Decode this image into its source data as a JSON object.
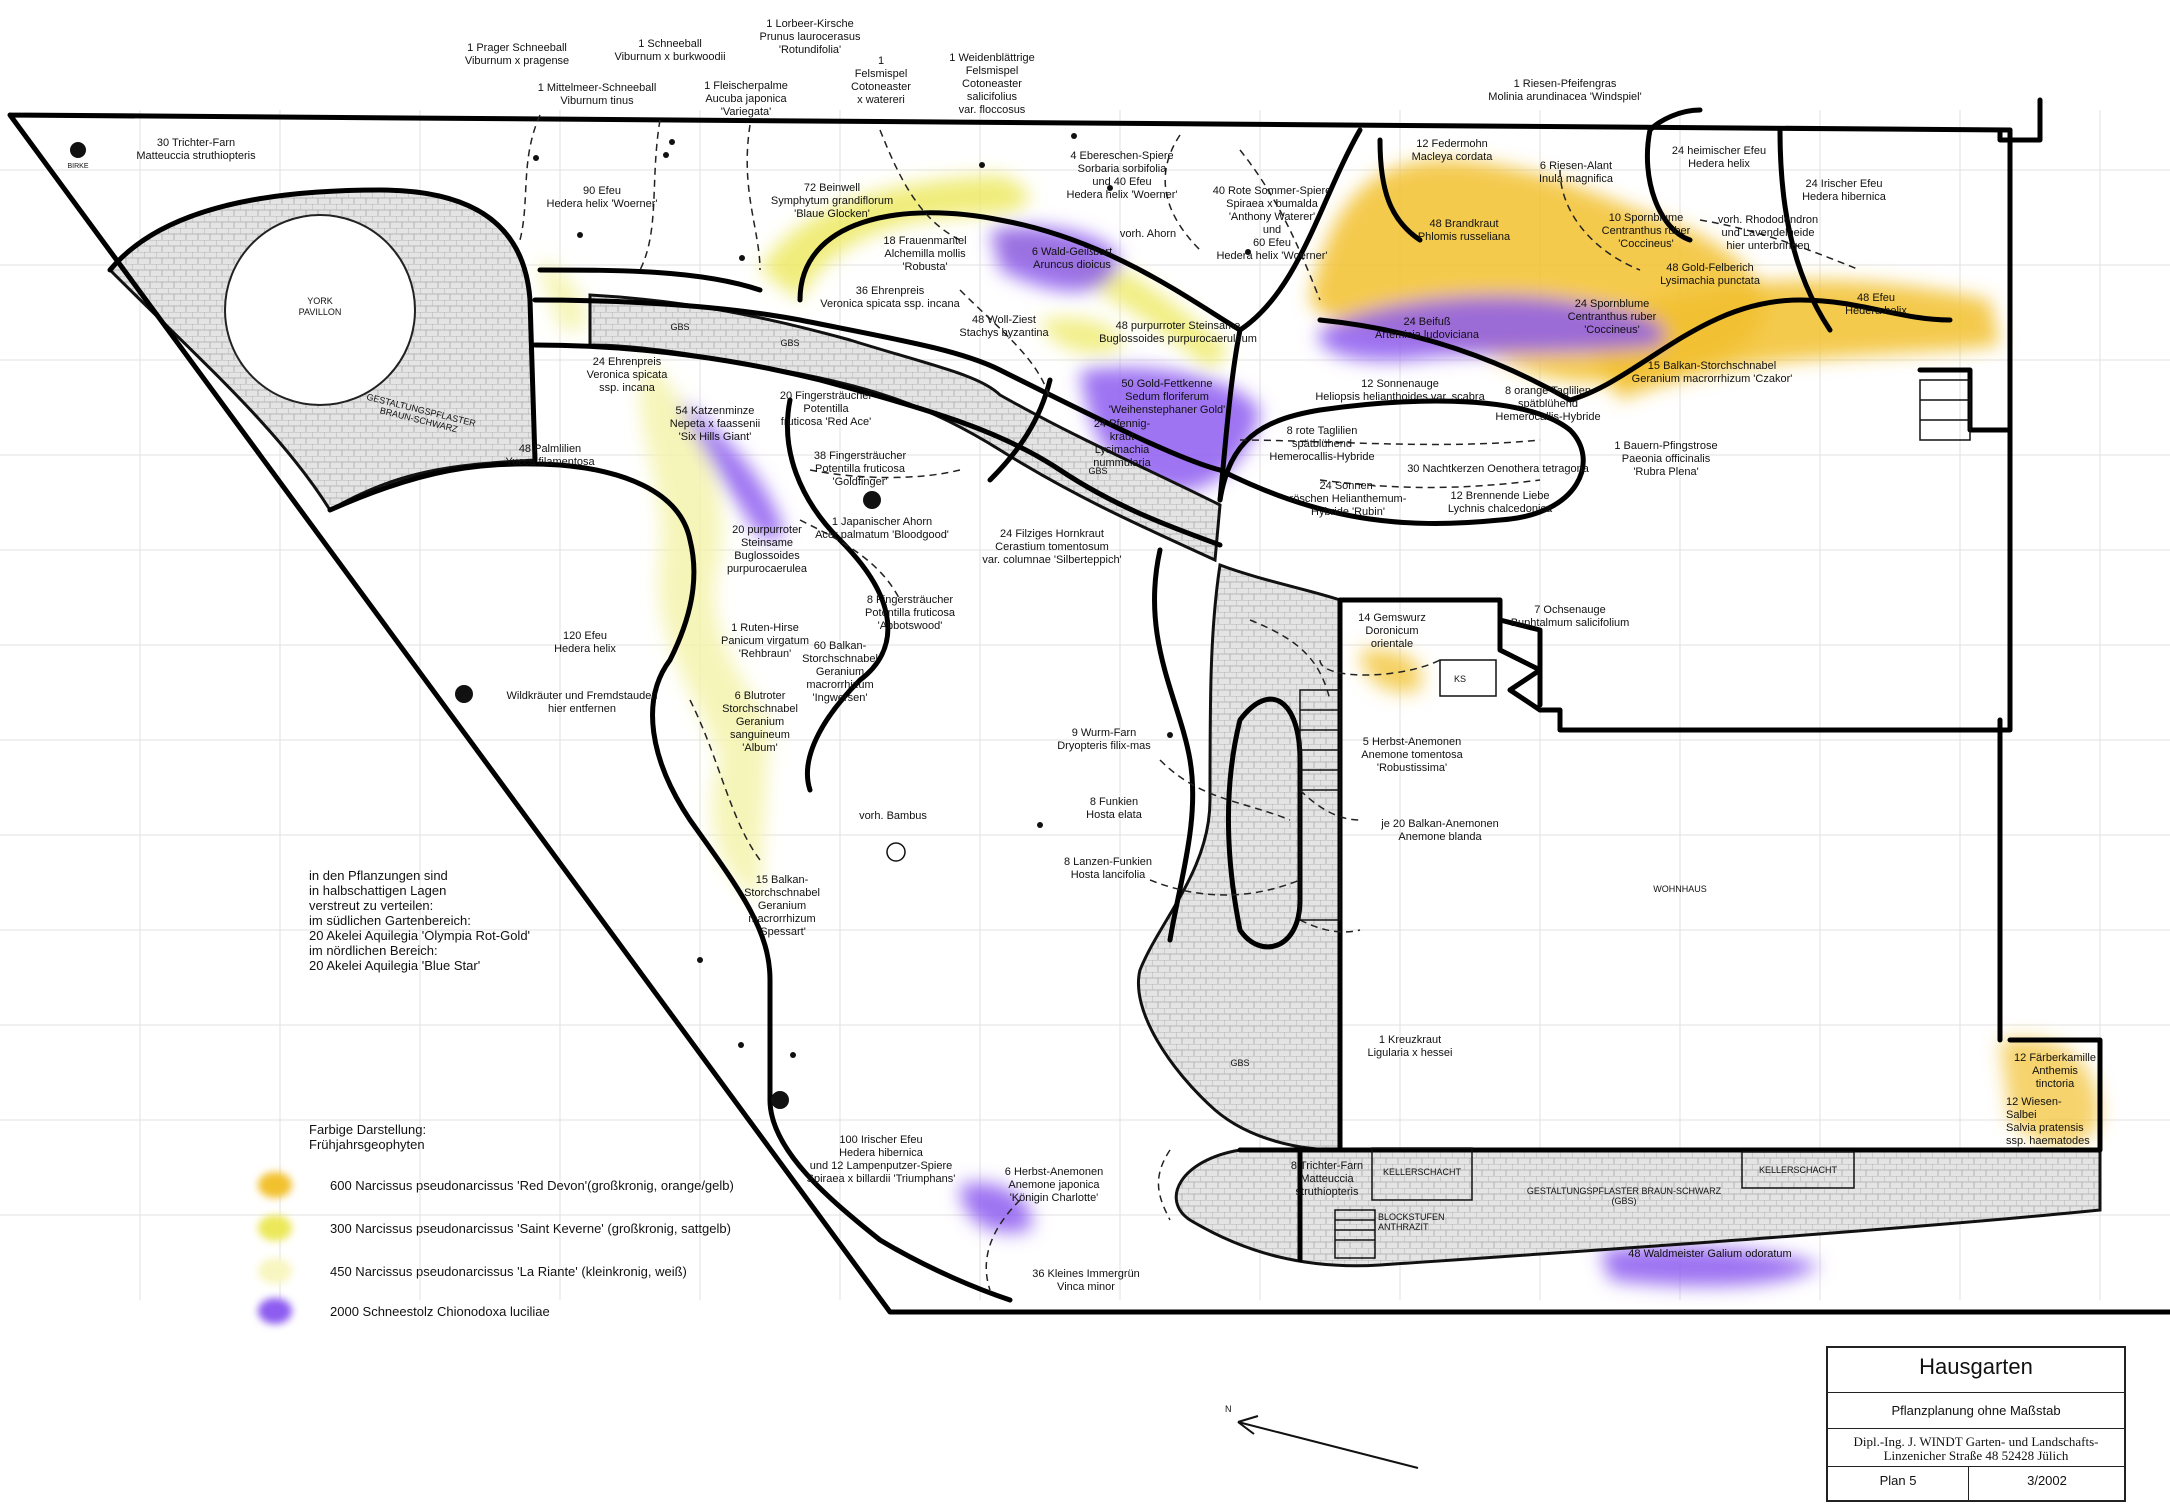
{
  "title_block": {
    "title": "Hausgarten",
    "subtitle": "Pflanzplanung ohne Maßstab",
    "firm_line1": "Dipl.-Ing. J. WINDT Garten- und Landschafts-",
    "firm_line2": "Linzenicher Straße 48 52428 Jülich",
    "plan": "Plan 5",
    "date": "3/2002"
  },
  "north_label": "N",
  "colors": {
    "orange_yellow": "#f2c12e",
    "saturated_yellow": "#ece85a",
    "pale_yellow": "#f8f6c0",
    "purple": "#8d5cf0",
    "paving": "#d8d8d8"
  },
  "structures": {
    "pavilion": "YORK\nPAVILLON",
    "paving_label": "GESTALTUNGSPFLASTER\nBRAUN-SCHWARZ",
    "gbs1": "GBS",
    "gbs2": "GBS",
    "gbs3": "GBS",
    "gbs4": "GBS",
    "wohnhaus": "WOHNHAUS",
    "kellerschacht1": "KELLERSCHACHT",
    "kellerschacht2": "KELLERSCHACHT",
    "blockstufen": "BLOCKSTUFEN\nANTHRAZIT",
    "paving_bottom": "GESTALTUNGSPFLASTER BRAUN-SCHWARZ\n(GBS)",
    "ks": "KS",
    "birke": "BIRKE"
  },
  "plants": [
    {
      "text": "1 Prager Schneeball\nViburnum x pragense"
    },
    {
      "text": "1 Schneeball\nViburnum x burkwoodii"
    },
    {
      "text": "1 Lorbeer-Kirsche\nPrunus laurocerasus\n'Rotundifolia'"
    },
    {
      "text": "1 Mittelmeer-Schneeball\nViburnum tinus"
    },
    {
      "text": "1 Fleischerpalme\nAucuba japonica\n'Variegata'"
    },
    {
      "text": "1\nFelsmispel\nCotoneaster\nx watereri"
    },
    {
      "text": "1 Weidenblättrige\nFelsmispel\nCotoneaster\nsalicifolius\nvar. floccosus"
    },
    {
      "text": "1 Riesen-Pfeifengras\nMolinia arundinacea 'Windspiel'"
    },
    {
      "text": "30 Trichter-Farn\nMatteuccia struthiopteris"
    },
    {
      "text": "90 Efeu\nHedera helix 'Woerner'"
    },
    {
      "text": "72 Beinwell\nSymphytum grandiflorum\n'Blaue Glocken'"
    },
    {
      "text": "4 Ebereschen-Spiere\nSorbaria sorbifolia\nund 40 Efeu\nHedera helix 'Woerner'"
    },
    {
      "text": "40 Rote Sommer-Spiere\nSpiraea x bumalda\n'Anthony Waterer'\nund\n60 Efeu\nHedera helix 'Woerner'"
    },
    {
      "text": "vorh. Ahorn"
    },
    {
      "text": "12 Federmohn\nMacleya cordata"
    },
    {
      "text": "6 Riesen-Alant\nInula magnifica"
    },
    {
      "text": "24 heimischer Efeu\nHedera helix"
    },
    {
      "text": "24 Irischer Efeu\nHedera hibernica"
    },
    {
      "text": "vorh. Rhododendron\nund Lavendelheide\nhier unterbringen"
    },
    {
      "text": "10 Spornblume\nCentranthus ruber\n'Coccineus'"
    },
    {
      "text": "48 Brandkraut\nPhlomis russeliana"
    },
    {
      "text": "48 Gold-Felberich\nLysimachia punctata"
    },
    {
      "text": "48 Efeu\nHedera helix"
    },
    {
      "text": "18 Frauenmantel\nAlchemilla mollis\n'Robusta'"
    },
    {
      "text": "6 Wald-Geißbart\nAruncus dioicus"
    },
    {
      "text": "36 Ehrenpreis\nVeronica spicata ssp. incana"
    },
    {
      "text": "48 Woll-Ziest\nStachys byzantina"
    },
    {
      "text": "48 purpurroter Steinsame\nBuglossoides purpurocaeruleum"
    },
    {
      "text": "24 Beifuß\nArtemisia ludoviciana"
    },
    {
      "text": "24 Spornblume\nCentranthus ruber\n'Coccineus'"
    },
    {
      "text": "15 Balkan-Storchschnabel\nGeranium macrorrhizum 'Czakor'"
    },
    {
      "text": "24 Ehrenpreis\nVeronica spicata\nssp. incana"
    },
    {
      "text": "54 Katzenminze\nNepeta x faassenii\n'Six Hills Giant'"
    },
    {
      "text": "20 Fingersträucher\nPotentilla\nfruticosa 'Red Ace'"
    },
    {
      "text": "50 Gold-Fettkenne\nSedum floriferum\n'Weihenstephaner Gold'"
    },
    {
      "text": "24 Pfennig-\nkraut\nLysimachia\nnummularia"
    },
    {
      "text": "12 Sonnenauge\nHeliopsis helianthoides var. scabra"
    },
    {
      "text": "8 orange Taglilien\nspätblühend\nHemerocallis-Hybride"
    },
    {
      "text": "8 rote Taglilien\nspätblühend\nHemerocallis-Hybride"
    },
    {
      "text": "1 Bauern-Pfingstrose\nPaeonia officinalis\n'Rubra Plena'"
    },
    {
      "text": "48 Palmlilien\nYucca filamentosa"
    },
    {
      "text": "38 Fingersträucher\nPotentilla fruticosa\n'Goldfinger'"
    },
    {
      "text": "30 Nachtkerzen Oenothera tetragona"
    },
    {
      "text": "24 Sonnen-\nröschen Helianthemum-\nHybride 'Rubin'"
    },
    {
      "text": "12 Brennende Liebe\nLychnis chalcedonica"
    },
    {
      "text": "1 Japanischer Ahorn\nAcer palmatum 'Bloodgood'"
    },
    {
      "text": "20 purpurroter\nSteinsame\nBuglossoides\npurpurocaerulea"
    },
    {
      "text": "24 Filziges Hornkraut\nCerastium tomentosum\nvar. columnae 'Silberteppich'"
    },
    {
      "text": "8 Fingersträucher\nPotentilla fruticosa\n'Abbotswood'"
    },
    {
      "text": "120 Efeu\nHedera helix"
    },
    {
      "text": "1 Ruten-Hirse\nPanicum virgatum\n'Rehbraun'"
    },
    {
      "text": "60 Balkan-\nStorchschnabel\nGeranium\nmacrorrhizum\n'Ingwersen'"
    },
    {
      "text": "Wildkräuter und Fremdstauden\nhier entfernen"
    },
    {
      "text": "6 Blutroter\nStorchschnabel\nGeranium\nsanguineum\n'Album'"
    },
    {
      "text": "14 Gemswurz\nDoronicum\norientale"
    },
    {
      "text": "7 Ochsenauge\nBuphtalmum salicifolium"
    },
    {
      "text": "9 Wurm-Farn\nDryopteris filix-mas"
    },
    {
      "text": "5 Herbst-Anemonen\nAnemone tomentosa\n'Robustissima'"
    },
    {
      "text": "8 Funkien\nHosta elata"
    },
    {
      "text": "je 20 Balkan-Anemonen\nAnemone blanda"
    },
    {
      "text": "8 Lanzen-Funkien\nHosta lancifolia"
    },
    {
      "text": "vorh. Bambus"
    },
    {
      "text": "15 Balkan-\nStorchschnabel\nGeranium\nmacrorrhizum\n'Spessart'"
    },
    {
      "text": "1 Kreuzkraut\nLigularia x hessei"
    },
    {
      "text": "12 Färberkamille\nAnthemis\ntinctoria"
    },
    {
      "text": "12 Wiesen-\nSalbei\nSalvia pratensis\nssp. haematodes"
    },
    {
      "text": "100 Irischer Efeu\nHedera hibernica\nund 12 Lampenputzer-Spiere\nSpiraea x billardii 'Triumphans'"
    },
    {
      "text": "6 Herbst-Anemonen\nAnemone japonica\n'Königin Charlotte'"
    },
    {
      "text": "8 Trichter-Farn\nMatteuccia\nstruthiopteris"
    },
    {
      "text": "36 Kleines Immergrün\nVinca minor"
    },
    {
      "text": "48 Waldmeister Galium odoratum"
    }
  ],
  "note_lines": [
    "in den Pflanzungen sind",
    "in halbschattigen Lagen",
    "verstreut zu verteilen:",
    "im südlichen Gartenbereich:",
    "20 Akelei Aquilegia 'Olympia Rot-Gold'",
    "im nördlichen Bereich:",
    "20 Akelei Aquilegia 'Blue Star'"
  ],
  "legend": {
    "heading1": "Farbige Darstellung:",
    "heading2": "Frühjahrsgeophyten",
    "items": [
      {
        "label": "600 Narcissus pseudonarcissus 'Red Devon'(großkronig, orange/gelb)",
        "color": "#f2c12e"
      },
      {
        "label": "300 Narcissus pseudonarcissus 'Saint Keverne' (großkronig, sattgelb)",
        "color": "#ece85a"
      },
      {
        "label": "450 Narcissus pseudonarcissus 'La Riante' (kleinkronig, weiß)",
        "color": "#f8f6c0"
      },
      {
        "label": "2000 Schneestolz Chionodoxa luciliae",
        "color": "#8d5cf0"
      }
    ]
  }
}
